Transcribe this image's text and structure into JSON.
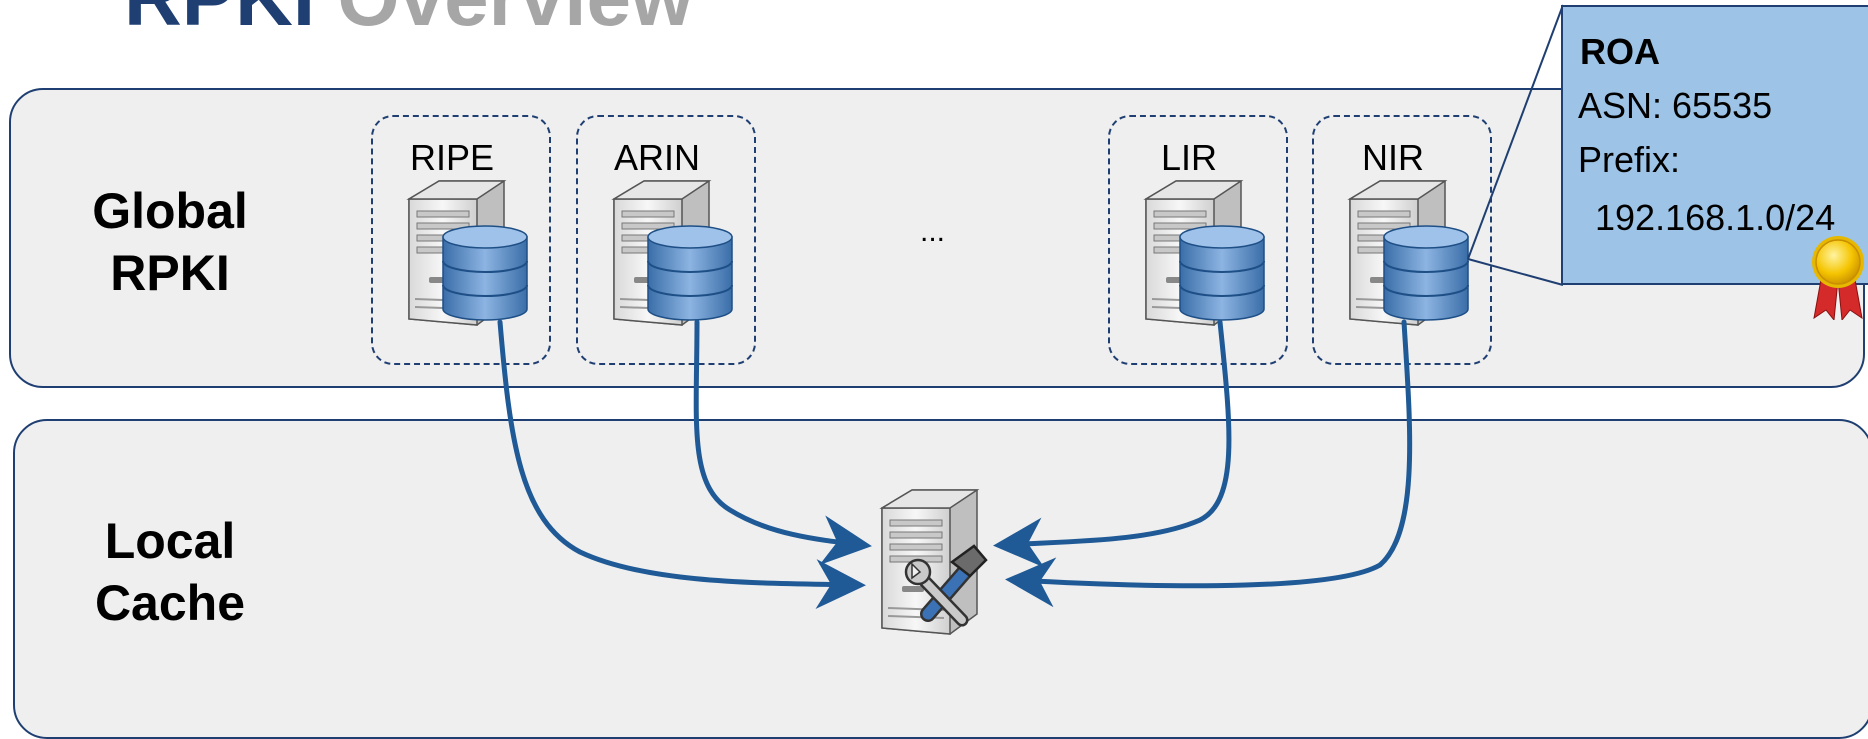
{
  "title": {
    "part1": "RPKI",
    "part2": "Overview"
  },
  "layers": {
    "global": "Global\nRPKI",
    "local": "Local\nCache"
  },
  "repositories": [
    "RIPE",
    "ARIN",
    "LIR",
    "NIR"
  ],
  "ellipsis": "...",
  "roa": {
    "title": "ROA",
    "asn": "ASN: 65535",
    "prefix_label": "Prefix:",
    "prefix": "192.168.1.0/24"
  },
  "colors": {
    "title_dark": "#1f3f72",
    "title_light": "#a6a6a6",
    "arrow": "#1f5a96",
    "roa_fill": "#9dc3e6",
    "layer_fill": "#efefef"
  },
  "icons": {
    "repository": "server-with-database-icon",
    "cache": "server-with-tools-icon",
    "certificate": "award-seal-icon"
  }
}
